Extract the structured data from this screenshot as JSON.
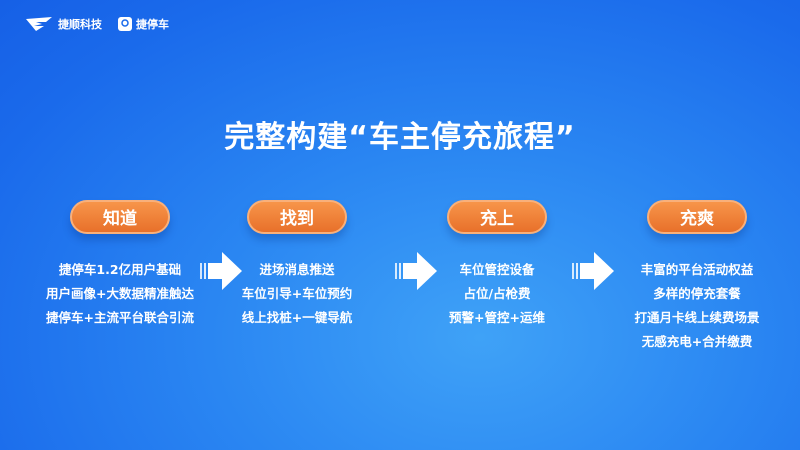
{
  "header": {
    "logo_company": "捷顺科技",
    "logo_app": "捷停车"
  },
  "title": "完整构建“车主停充旅程”",
  "stages": [
    {
      "label": "知道",
      "items": [
        "捷停车1.2亿用户基础",
        "用户画像+大数据精准触达",
        "捷停车+主流平台联合引流"
      ]
    },
    {
      "label": "找到",
      "items": [
        "进场消息推送",
        "车位引导+车位预约",
        "线上找桩+一键导航"
      ]
    },
    {
      "label": "充上",
      "items": [
        "车位管控设备",
        "占位/占枪费",
        "预警+管控+运维"
      ]
    },
    {
      "label": "充爽",
      "items": [
        "丰富的平台活动权益",
        "多样的停充套餐",
        "打通月卡线上续费场景",
        "无感充电+合并缴费"
      ]
    }
  ],
  "colors": {
    "accent": "#ee7a33",
    "background": "#2a86f2"
  },
  "icons": [
    "arrow-right-icon"
  ]
}
